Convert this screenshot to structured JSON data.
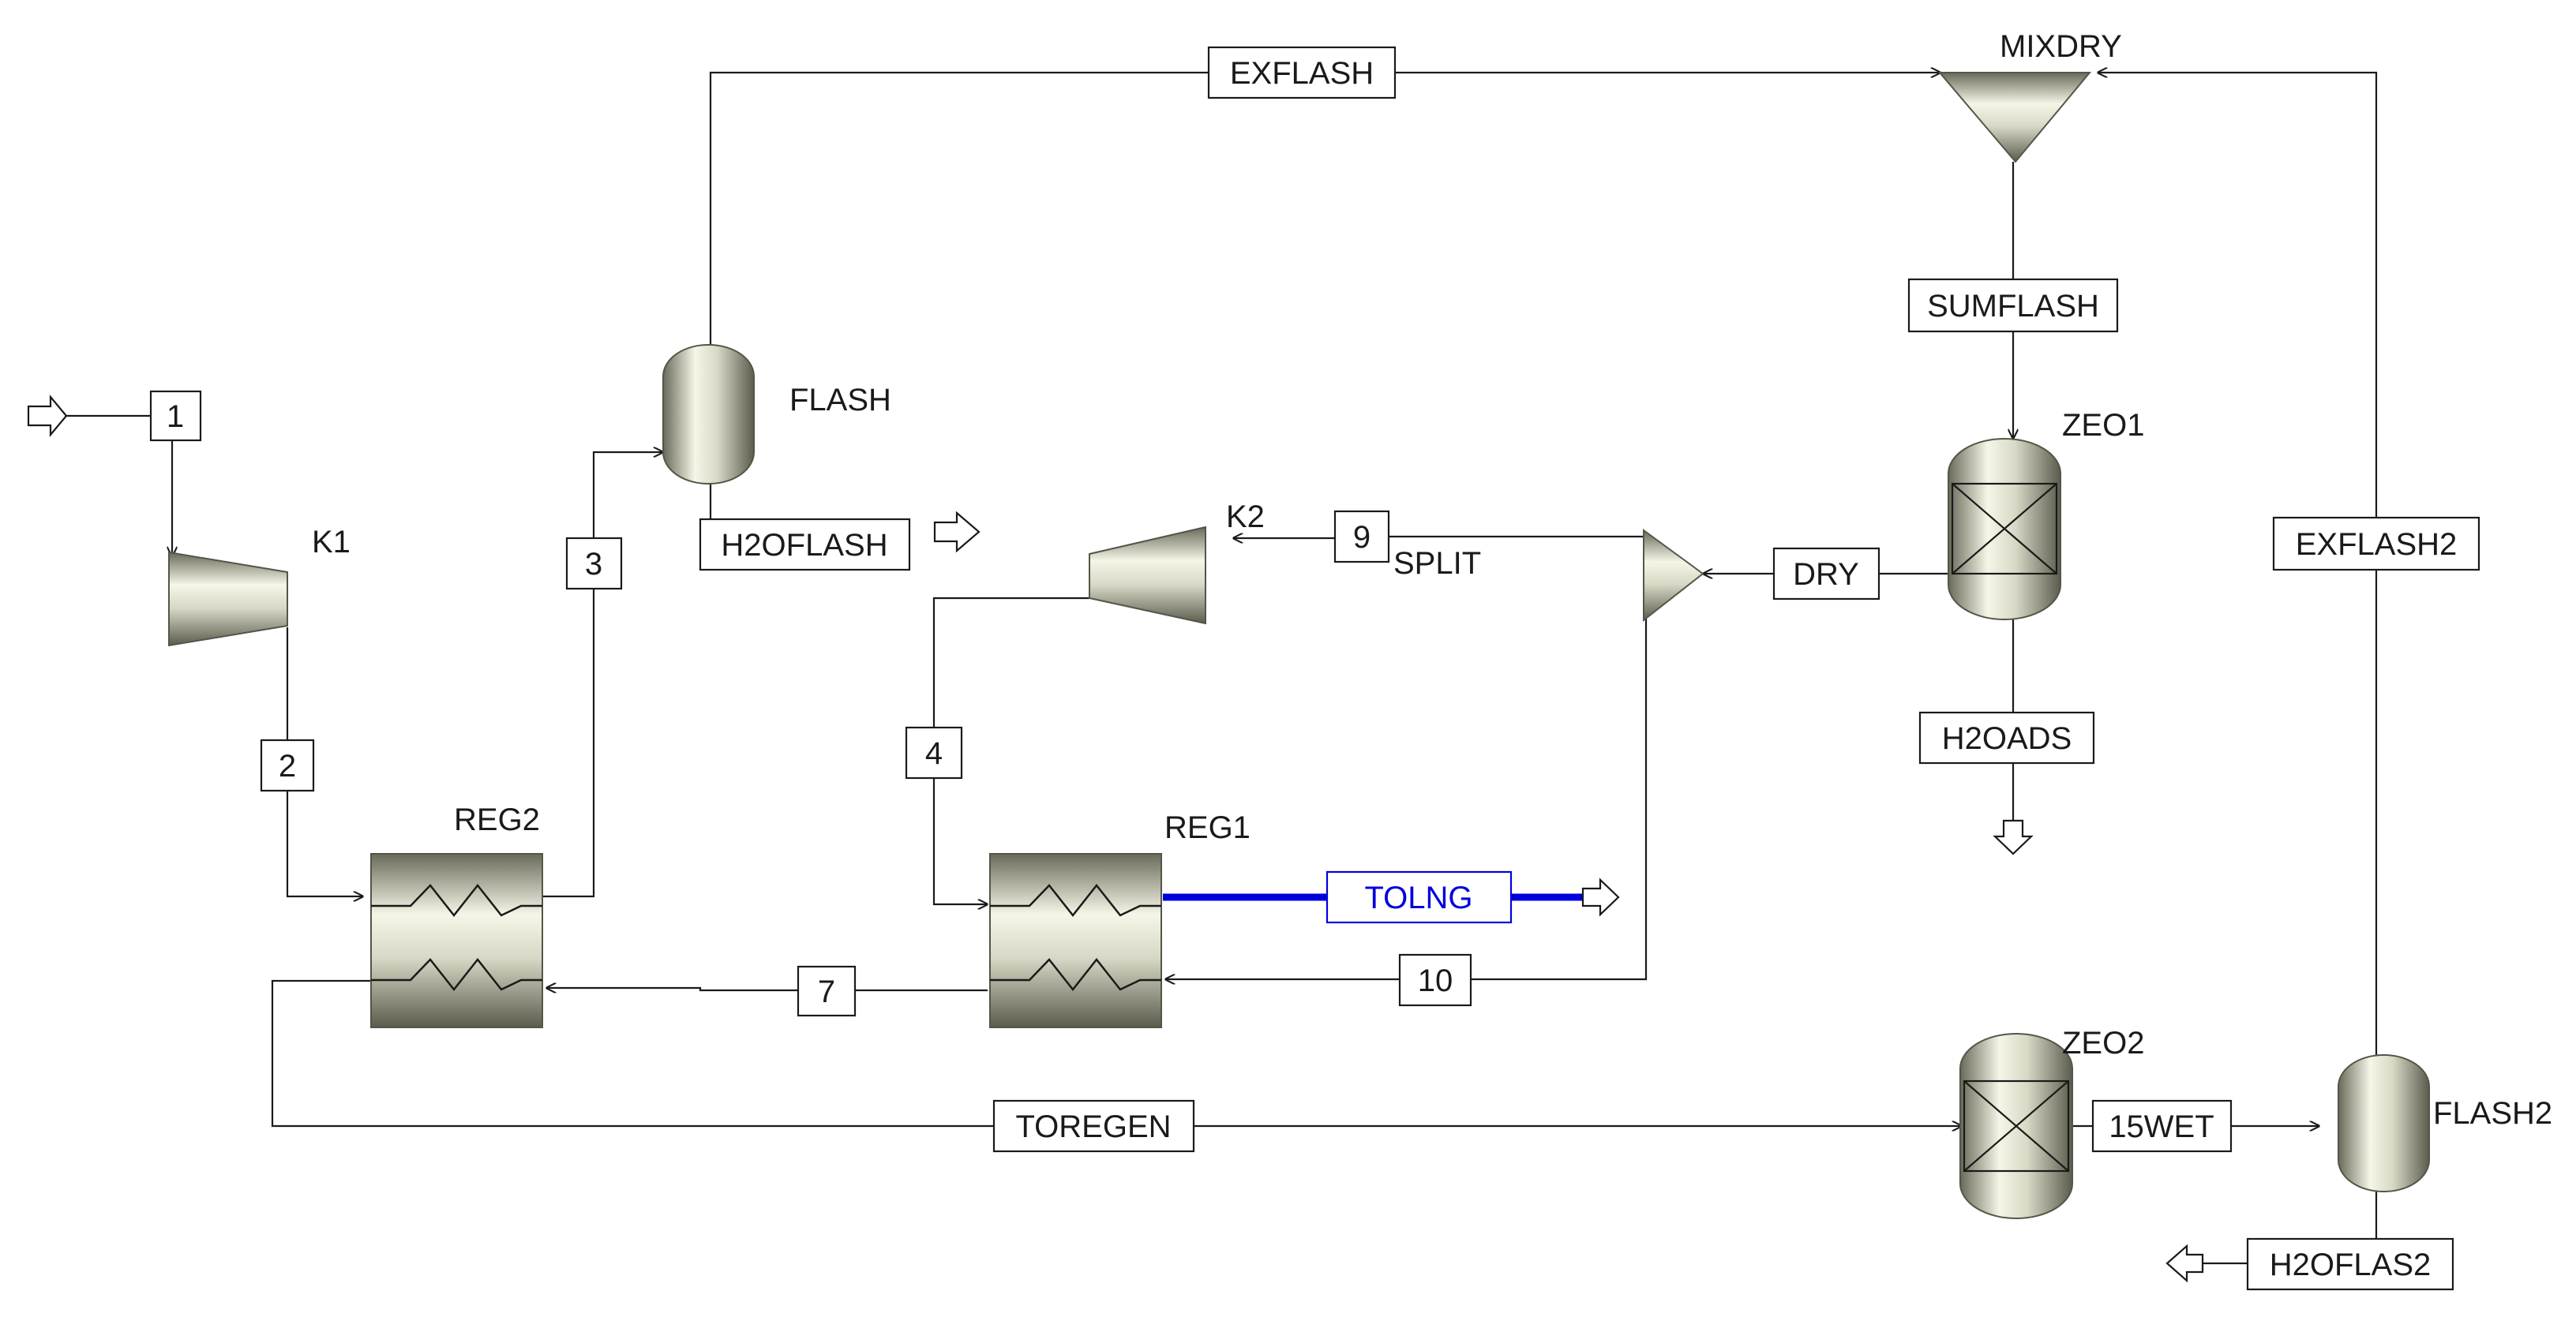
{
  "blocks": {
    "k1": "K1",
    "k2": "K2",
    "flash": "FLASH",
    "flash2": "FLASH2",
    "mixdry": "MIXDRY",
    "zeo1": "ZEO1",
    "zeo2": "ZEO2",
    "reg1": "REG1",
    "reg2": "REG2",
    "split": "SPLIT"
  },
  "streams": {
    "s1": "1",
    "s2": "2",
    "s3": "3",
    "s4": "4",
    "s7": "7",
    "s9": "9",
    "s10": "10",
    "exflash": "EXFLASH",
    "exflash2": "EXFLASH2",
    "sumflash": "SUMFLASH",
    "dry": "DRY",
    "h2oads": "H2OADS",
    "h2oflash": "H2OFLASH",
    "h2oflas2": "H2OFLAS2",
    "tolng": "TOLNG",
    "toregen": "TOREGEN",
    "s15wet": "15WET"
  },
  "colors": {
    "highlight_stream": "#0000dd",
    "line": "#1a1a1a",
    "equipment_light": "#f4f4e4",
    "equipment_dark": "#6d6d5e"
  }
}
